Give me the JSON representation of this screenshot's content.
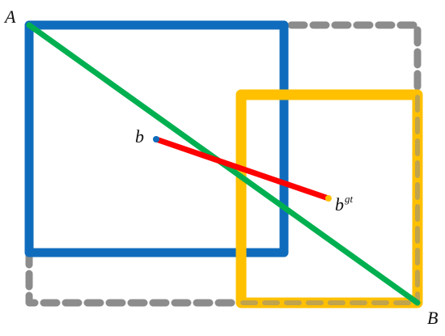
{
  "labels": {
    "corner_a": "A",
    "corner_b": "B",
    "predicted_center": "b",
    "ground_truth_center_base": "b",
    "ground_truth_center_sup": "gt"
  },
  "colors": {
    "predicted_box": "#0f6cbd",
    "ground_truth_box": "#ffc000",
    "enclosing_box": "#8c8c8c",
    "diagonal": "#00b050",
    "center_distance": "#ff0000",
    "predicted_center_dot": "#0f6cbd",
    "ground_truth_center_dot": "#ffc000"
  }
}
